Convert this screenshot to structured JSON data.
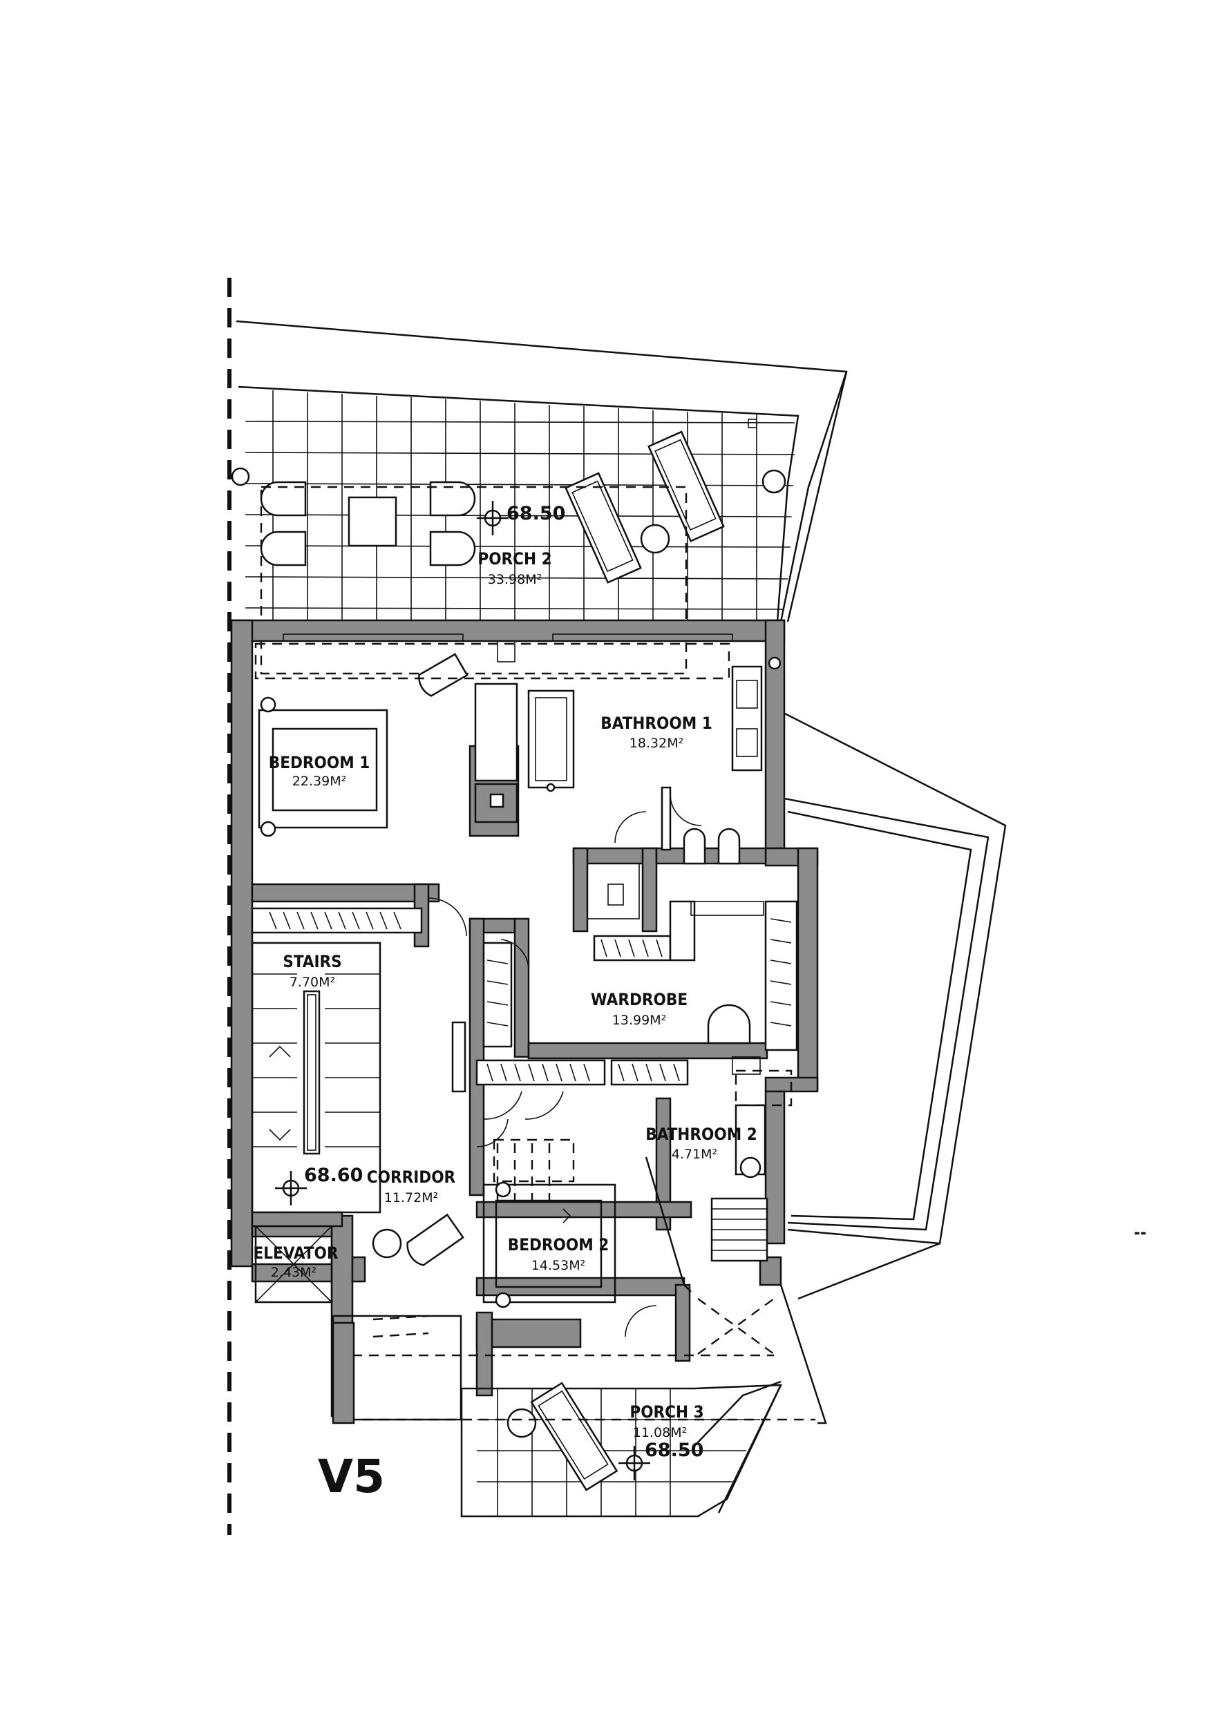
{
  "rooms": {
    "porch2": {
      "name": "PORCH 2",
      "area": "33.98M²"
    },
    "bathroom1": {
      "name": "BATHROOM 1",
      "area": "18.32M²"
    },
    "bedroom1": {
      "name": "BEDROOM 1",
      "area": "22.39M²"
    },
    "stairs": {
      "name": "STAIRS",
      "area": "7.70M²"
    },
    "wardrobe": {
      "name": "WARDROBE",
      "area": "13.99M²"
    },
    "bathroom2": {
      "name": "BATHROOM 2",
      "area": "4.71M²"
    },
    "corridor": {
      "name": "CORRIDOR",
      "area": "11.72M²"
    },
    "bedroom2": {
      "name": "BEDROOM 2",
      "area": "14.53M²"
    },
    "elevator": {
      "name": "ELEVATOR",
      "area": "2.43M²"
    },
    "porch3": {
      "name": "PORCH 3",
      "area": "11.08M²"
    }
  },
  "levels": {
    "porch2": "68.50",
    "corridor": "68.60",
    "porch3": "68.50"
  },
  "variant": "V5",
  "corner_mark": "--"
}
